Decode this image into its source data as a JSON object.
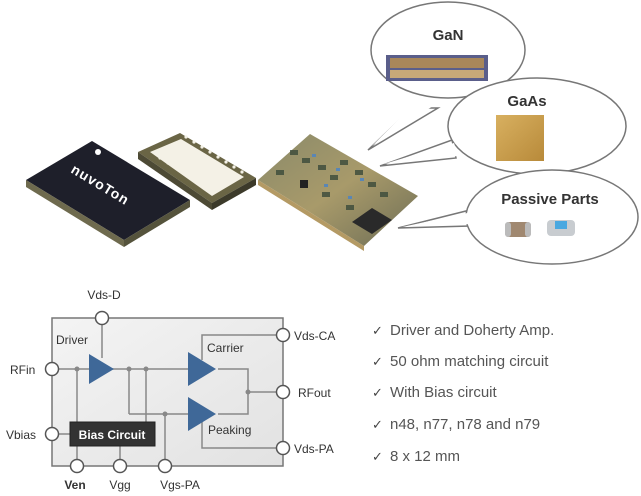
{
  "product_images": {
    "package_logo": "nuvoTon",
    "callouts": [
      {
        "label": "GaN"
      },
      {
        "label": "GaAs"
      },
      {
        "label": "Passive Parts"
      }
    ]
  },
  "block_diagram": {
    "pins": {
      "vds_d": "Vds-D",
      "rfin": "RFin",
      "vbias": "Vbias",
      "ven": "Ven",
      "vgg": "Vgg",
      "vgs_pa": "Vgs-PA",
      "vds_ca": "Vds-CA",
      "rfout": "RFout",
      "vds_pa": "Vds-PA"
    },
    "blocks": {
      "driver": "Driver",
      "carrier": "Carrier",
      "peaking": "Peaking",
      "bias_circuit": "Bias Circuit"
    },
    "colors": {
      "amplifier": "#3f6898",
      "bias_box": "#333333"
    }
  },
  "features": {
    "check_icon": "✓",
    "items": [
      "Driver and Doherty Amp.",
      "50 ohm matching circuit",
      "With Bias circuit",
      "n48, n77, n78 and n79",
      "8 x 12 mm"
    ]
  }
}
